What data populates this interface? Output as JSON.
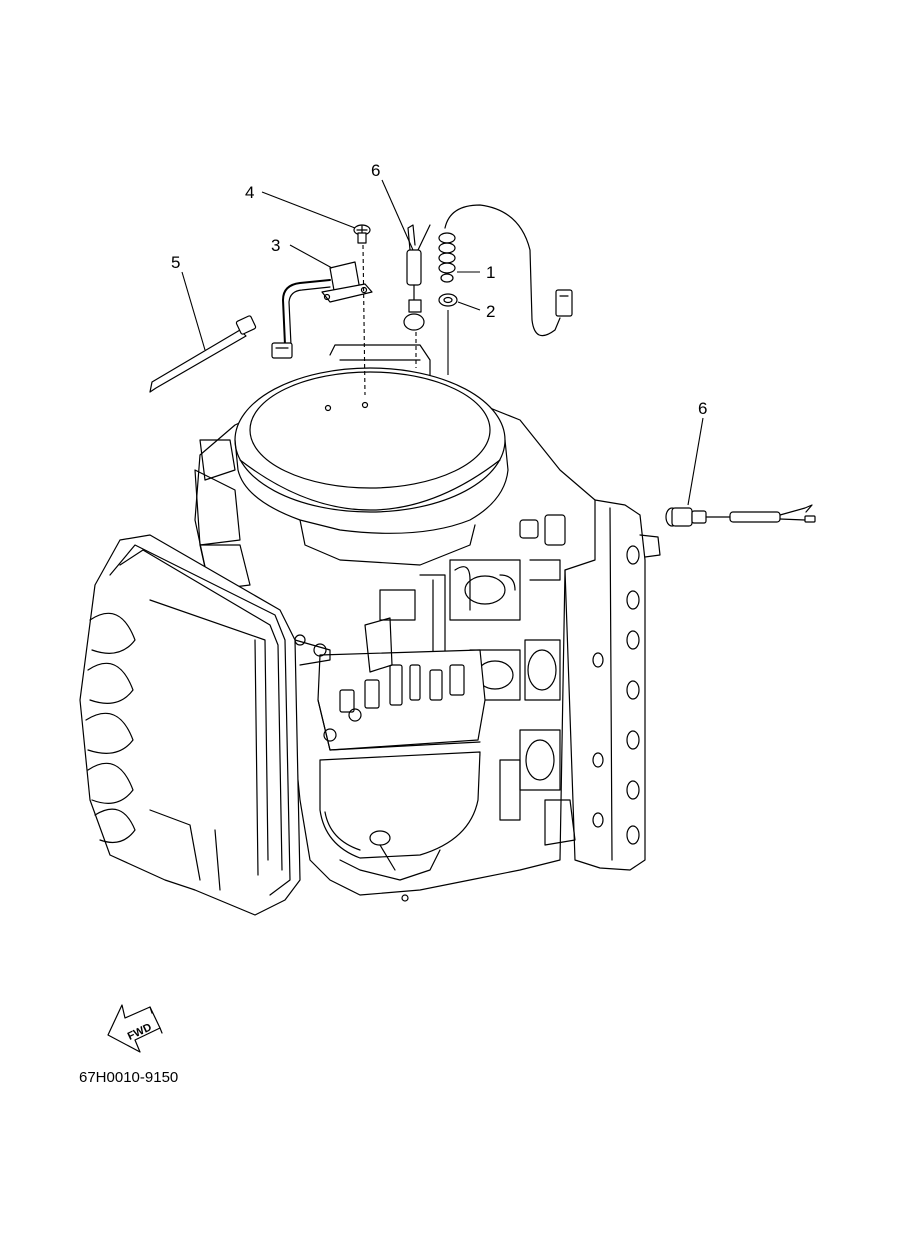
{
  "callouts": {
    "c1": "1",
    "c2": "2",
    "c3": "3",
    "c4": "4",
    "c5": "5",
    "c6a": "6",
    "c6b": "6"
  },
  "fwd_label": "FWD",
  "drawing_code": "67H0010-9150"
}
